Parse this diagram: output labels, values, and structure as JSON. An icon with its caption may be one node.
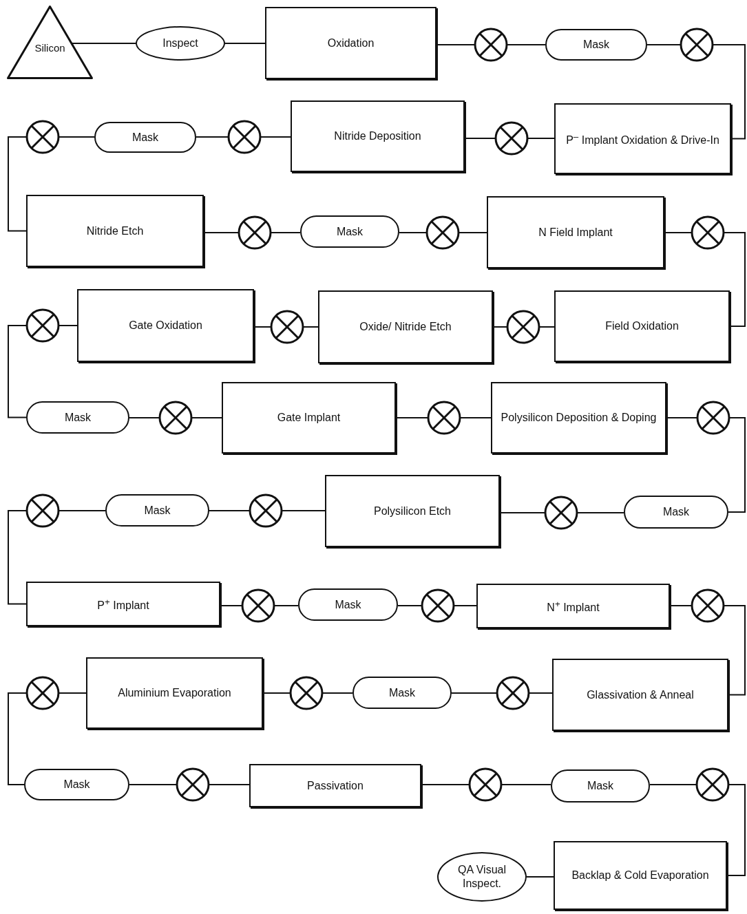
{
  "diagram": {
    "nodes": [
      {
        "text": [
          "Silicon"
        ]
      },
      {
        "text": [
          "Inspect"
        ]
      },
      {
        "text": [
          "Oxidation"
        ]
      },
      {
        "text": [],
        "shape": "circle"
      },
      {
        "text": [
          "Mask"
        ]
      },
      {
        "text": [],
        "shape": "circle"
      },
      {
        "text": [
          "P$^{–}$ Implant Oxidation & Drive-In"
        ]
      },
      {
        "text": [],
        "shape": "circle"
      },
      {
        "text": [
          "Nitride Deposition"
        ]
      },
      {
        "text": [],
        "shape": "circle"
      },
      {
        "text": [
          "Mask"
        ]
      },
      {
        "text": [],
        "shape": "circle"
      },
      {
        "text": [
          "Nitride Etch"
        ]
      },
      {
        "text": [],
        "shape": "circle"
      },
      {
        "text": [
          "Mask"
        ]
      },
      {
        "text": [],
        "shape": "circle"
      },
      {
        "text": [
          "N Field Implant"
        ]
      },
      {
        "text": [],
        "shape": "circle"
      },
      {
        "text": [
          "Field Oxidation"
        ]
      },
      {
        "text": [],
        "shape": "circle"
      },
      {
        "text": [
          "Oxide/ Nitride Etch"
        ]
      },
      {
        "text": [],
        "shape": "circle"
      },
      {
        "text": [
          "Gate Oxidation"
        ]
      },
      {
        "text": [],
        "shape": "circle"
      },
      {
        "text": [
          "Mask"
        ]
      },
      {
        "text": [],
        "shape": "circle"
      },
      {
        "text": [
          "Gate Implant"
        ]
      },
      {
        "text": [],
        "shape": "circle"
      },
      {
        "text": [
          "Polysilicon Deposition & Doping"
        ]
      },
      {
        "text": [],
        "shape": "circle"
      },
      {
        "text": [
          "Mask"
        ]
      },
      {
        "text": [],
        "shape": "circle"
      },
      {
        "text": [
          "Polysilicon Etch"
        ]
      },
      {
        "text": [],
        "shape": "circle"
      },
      {
        "text": [
          "Mask"
        ]
      },
      {
        "text": [],
        "shape": "circle"
      },
      {
        "text": [
          "P$^{+}$ Implant"
        ]
      },
      {
        "text": [],
        "shape": "circle"
      },
      {
        "text": [
          "Mask"
        ]
      },
      {
        "text": [],
        "shape": "circle"
      },
      {
        "text": [
          "N$^{+}$ Implant"
        ]
      },
      {
        "text": [],
        "shape": "circle"
      },
      {
        "text": [
          "Glassivation & Anneal"
        ]
      },
      {
        "text": [],
        "shape": "circle"
      },
      {
        "text": [
          "Mask"
        ]
      },
      {
        "text": [],
        "shape": "circle"
      },
      {
        "text": [
          "Aluminium Evaporation"
        ]
      },
      {
        "text": [],
        "shape": "circle"
      },
      {
        "text": [
          "Mask"
        ]
      },
      {
        "text": [],
        "shape": "circle"
      },
      {
        "text": [
          "Passivation"
        ]
      },
      {
        "text": [],
        "shape": "circle"
      },
      {
        "text": [
          "Mask"
        ]
      },
      {
        "text": [],
        "shape": "circle"
      },
      {
        "text": [
          "Backlap & Cold Evaporation"
        ]
      },
      {
        "text": [
          "QA Visual Inspect."
        ]
      }
    ],
    "edges": [
      {
        "from": 0,
        "to": 1,
        "arrow": "none"
      },
      {
        "from": 1,
        "to": 2,
        "arrow": "none"
      },
      {
        "from": 2,
        "to": 3,
        "arrow": "none"
      },
      {
        "from": 3,
        "to": 4,
        "arrow": "none"
      },
      {
        "from": 4,
        "to": 5,
        "arrow": "none"
      },
      {
        "from": 5,
        "to": 6,
        "arrow": "none"
      },
      {
        "from": 6,
        "to": 7,
        "arrow": "none"
      },
      {
        "from": 7,
        "to": 8,
        "arrow": "none"
      },
      {
        "from": 8,
        "to": 9,
        "arrow": "none"
      },
      {
        "from": 9,
        "to": 10,
        "arrow": "none"
      },
      {
        "from": 10,
        "to": 11,
        "arrow": "none"
      },
      {
        "from": 11,
        "to": 12,
        "arrow": "none"
      },
      {
        "from": 12,
        "to": 13,
        "arrow": "none"
      },
      {
        "from": 13,
        "to": 14,
        "arrow": "none"
      },
      {
        "from": 14,
        "to": 15,
        "arrow": "none"
      },
      {
        "from": 15,
        "to": 16,
        "arrow": "none"
      },
      {
        "from": 16,
        "to": 17,
        "arrow": "none"
      },
      {
        "from": 17,
        "to": 18,
        "arrow": "none"
      },
      {
        "from": 18,
        "to": 19,
        "arrow": "none"
      },
      {
        "from": 19,
        "to": 20,
        "arrow": "none"
      },
      {
        "from": 20,
        "to": 21,
        "arrow": "none"
      },
      {
        "from": 21,
        "to": 22,
        "arrow": "none"
      },
      {
        "from": 22,
        "to": 23,
        "arrow": "none"
      },
      {
        "from": 23,
        "to": 24,
        "arrow": "none"
      },
      {
        "from": 24,
        "to": 25,
        "arrow": "none"
      },
      {
        "from": 25,
        "to": 26,
        "arrow": "none"
      },
      {
        "from": 26,
        "to": 27,
        "arrow": "none"
      },
      {
        "from": 27,
        "to": 28,
        "arrow": "none"
      },
      {
        "from": 28,
        "to": 29,
        "arrow": "none"
      },
      {
        "from": 29,
        "to": 30,
        "arrow": "none"
      },
      {
        "from": 30,
        "to": 31,
        "arrow": "none"
      },
      {
        "from": 31,
        "to": 32,
        "arrow": "none"
      },
      {
        "from": 32,
        "to": 33,
        "arrow": "none"
      },
      {
        "from": 33,
        "to": 34,
        "arrow": "none"
      },
      {
        "from": 34,
        "to": 35,
        "arrow": "none"
      },
      {
        "from": 35,
        "to": 36,
        "arrow": "none"
      },
      {
        "from": 36,
        "to": 37,
        "arrow": "none"
      },
      {
        "from": 37,
        "to": 38,
        "arrow": "none"
      },
      {
        "from": 38,
        "to": 39,
        "arrow": "none"
      },
      {
        "from": 39,
        "to": 40,
        "arrow": "none"
      },
      {
        "from": 40,
        "to": 41,
        "arrow": "none"
      },
      {
        "from": 41,
        "to": 42,
        "arrow": "none"
      },
      {
        "from": 42,
        "to": 43,
        "arrow": "none"
      },
      {
        "from": 43,
        "to": 44,
        "arrow": "none"
      },
      {
        "from": 44,
        "to": 45,
        "arrow": "none"
      },
      {
        "from": 45,
        "to": 46,
        "arrow": "none"
      },
      {
        "from": 46,
        "to": 47,
        "arrow": "none"
      },
      {
        "from": 47,
        "to": 48,
        "arrow": "none"
      },
      {
        "from": 48,
        "to": 49,
        "arrow": "none"
      },
      {
        "from": 49,
        "to": 50,
        "arrow": "none"
      },
      {
        "from": 50,
        "to": 51,
        "arrow": "none"
      },
      {
        "from": 51,
        "to": 52,
        "arrow": "none"
      },
      {
        "from": 52,
        "to": 53,
        "arrow": "none"
      },
      {
        "from": 53,
        "to": 54,
        "arrow": "none"
      },
      {
        "from": 54,
        "to": 55,
        "arrow": "none"
      }
    ]
  }
}
